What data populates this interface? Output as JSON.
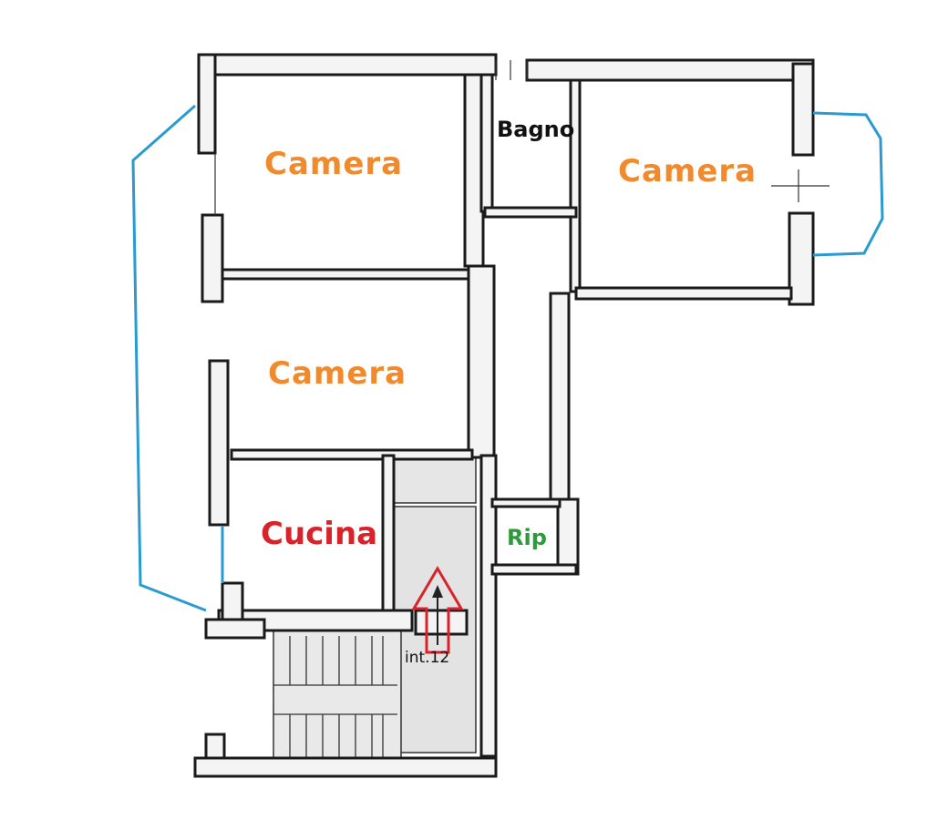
{
  "rooms": {
    "camera_top_left": "Camera",
    "bagno": "Bagno",
    "camera_right": "Camera",
    "camera_middle": "Camera",
    "cucina": "Cucina",
    "ripostiglio": "Rip"
  },
  "entrance": {
    "label": "int.12"
  },
  "colors": {
    "camera_label": "#f08a2c",
    "cucina_label": "#d8232a",
    "rip_label": "#2e9a3c",
    "balcony_outline": "#2a9bd0",
    "entrance_arrow": "#d8232a",
    "wall_fill": "#f4f4f4",
    "wall_stroke": "#1a1a1a"
  }
}
